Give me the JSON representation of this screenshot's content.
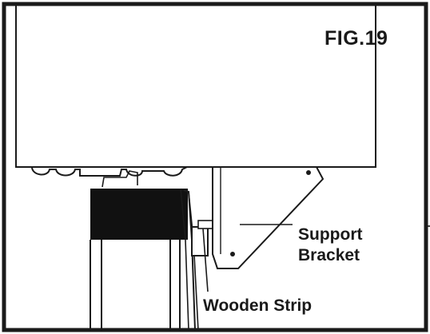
{
  "figure": {
    "title": "FIG.19",
    "labels": {
      "support_bracket_line1": "Support",
      "support_bracket_line2": "Bracket",
      "wooden_strip": "Wooden Strip"
    },
    "colors": {
      "line": "#1a1a1a",
      "fill_dark": "#111111",
      "background": "#ffffff"
    }
  }
}
